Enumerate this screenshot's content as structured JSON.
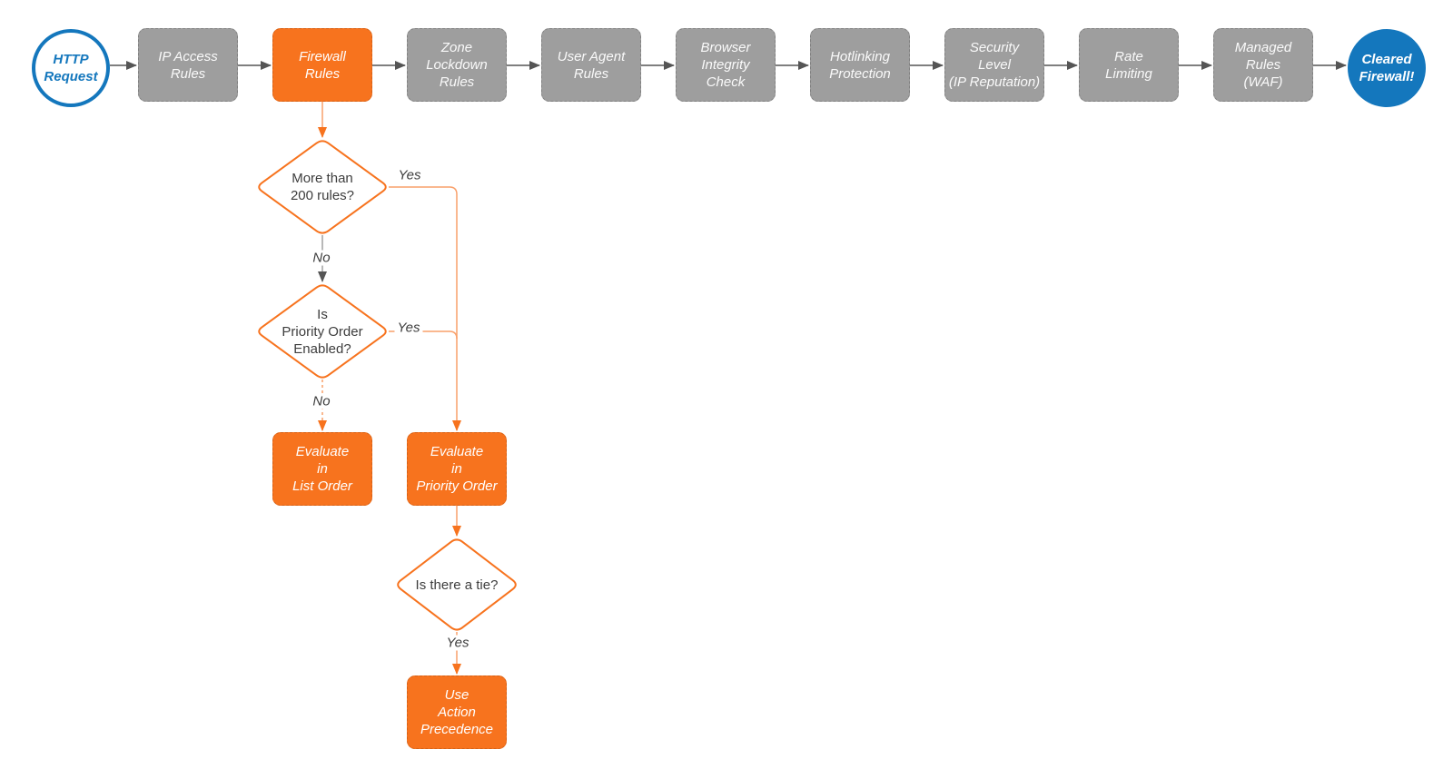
{
  "colors": {
    "accent_orange": "#F7731E",
    "connector_orange": "#F9A06A",
    "accent_blue": "#1477BD",
    "node_gray": "#9E9E9E",
    "connector_gray": "#555555",
    "label_text": "#3d3d3d"
  },
  "flow": {
    "start": {
      "label": "HTTP\nRequest"
    },
    "pipeline": [
      {
        "label": "IP Access\nRules"
      },
      {
        "label": "Firewall\nRules"
      },
      {
        "label": "Zone\nLockdown\nRules"
      },
      {
        "label": "User Agent\nRules"
      },
      {
        "label": "Browser\nIntegrity\nCheck"
      },
      {
        "label": "Hotlinking\nProtection"
      },
      {
        "label": "Security\nLevel\n(IP Reputation)"
      },
      {
        "label": "Rate\nLimiting"
      },
      {
        "label": "Managed\nRules\n(WAF)"
      }
    ],
    "end": {
      "label": "Cleared\nFirewall!"
    },
    "decisions": [
      {
        "label": "More than\n200 rules?",
        "yes": "Yes",
        "no": "No"
      },
      {
        "label": "Is\nPriority Order\nEnabled?",
        "yes": "Yes",
        "no": "No"
      },
      {
        "label": "Is there a tie?",
        "yes": "Yes"
      }
    ],
    "actions": [
      {
        "label": "Evaluate\nin\nList Order"
      },
      {
        "label": "Evaluate\nin\nPriority Order"
      },
      {
        "label": "Use\nAction\nPrecedence"
      }
    ]
  }
}
